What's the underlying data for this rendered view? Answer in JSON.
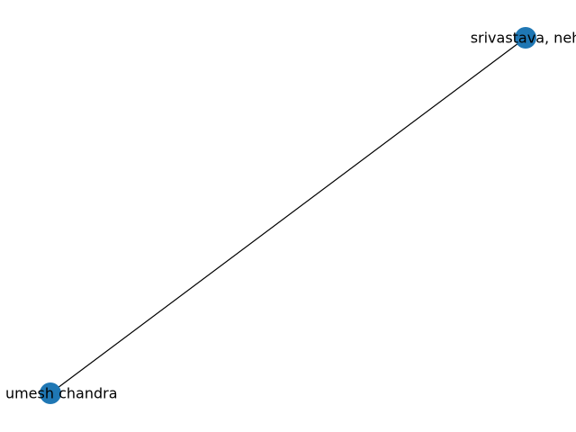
{
  "graph": {
    "nodes": [
      {
        "id": "srivastava",
        "label": "srivastava, neh"
      },
      {
        "id": "umesh",
        "label": "al, umesh chandra"
      }
    ],
    "edges": [
      {
        "source": "srivastava",
        "target": "umesh"
      }
    ],
    "colors": {
      "node": "#1f77b4",
      "edge": "#000000",
      "label": "#000000",
      "background": "#ffffff"
    }
  }
}
